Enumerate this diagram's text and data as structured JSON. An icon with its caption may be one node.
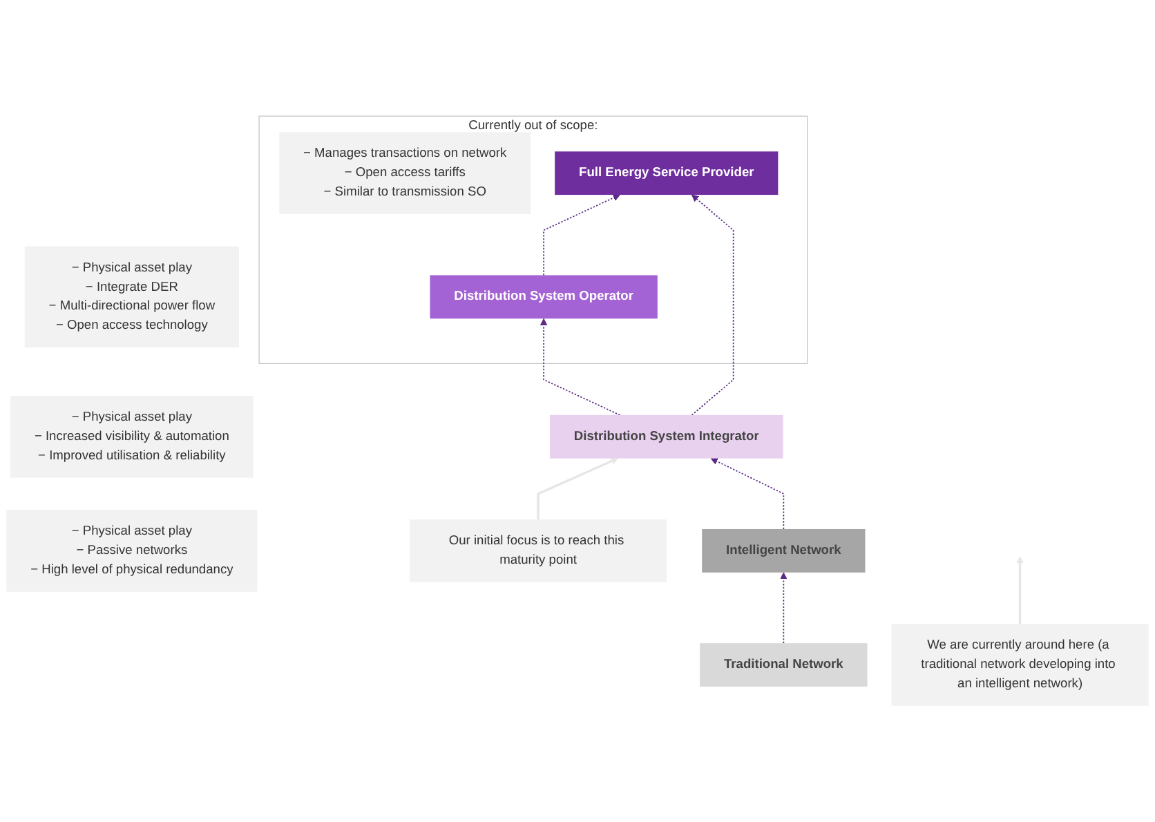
{
  "diagram": {
    "nodes": [
      {
        "text": [
          "Currently out of scope:"
        ]
      },
      {
        "text": [
          "− Manages transactions on network",
          "− Open access tariffs",
          "− Similar to transmission SO"
        ],
        "in": 0
      },
      {
        "text": [
          "Distribution System Operator"
        ],
        "in": 0
      },
      {
        "text": [
          "Full Energy Service Provider"
        ],
        "in": 0
      },
      {
        "text": [
          "− Physical asset play",
          "− Integrate DER",
          "− Multi-directional power flow",
          "− Open access technology"
        ]
      },
      {
        "text": [
          "Distribution System Integrator"
        ]
      },
      {
        "text": [
          "Our initial focus is to reach this maturity point"
        ]
      },
      {
        "text": [
          "− Physical asset play",
          "− Increased visibility & automation",
          "− Improved utilisation & reliability"
        ]
      },
      {
        "text": [
          "Intelligent Network"
        ]
      },
      {
        "text": [
          "We are currently around here (a traditional network developing into an intelligent network)"
        ]
      },
      {
        "text": [
          "− Physical asset play",
          "− Passive networks",
          "− High level of physical redundancy"
        ]
      },
      {
        "text": [
          "Traditional Network"
        ]
      }
    ],
    "edges": [
      {
        "from": 2,
        "to": 3,
        "arrow": "to",
        "style": "dashed"
      },
      {
        "from": 5,
        "to": 2,
        "arrow": "to",
        "style": "dashed"
      },
      {
        "from": 5,
        "to": 3,
        "arrow": "to",
        "style": "dashed"
      },
      {
        "from": 6,
        "to": 5,
        "arrow": "to",
        "color": "#e6e6e6"
      },
      {
        "from": 8,
        "to": 5,
        "arrow": "to",
        "style": "dashed"
      },
      {
        "from": 9,
        "to": null,
        "arrow": "to",
        "color": "#e6e6e6"
      },
      {
        "from": 11,
        "to": 8,
        "arrow": "to",
        "style": "dashed"
      }
    ]
  }
}
